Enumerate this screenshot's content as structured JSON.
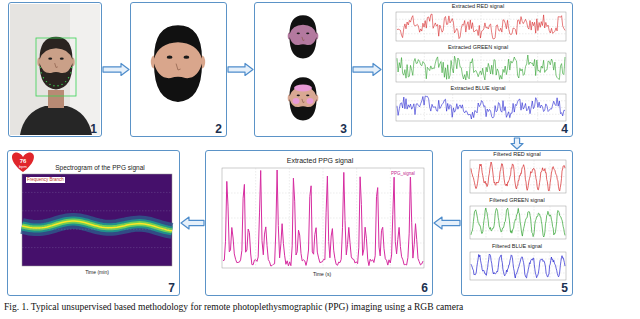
{
  "diagram": {
    "caption": "Fig. 1. Typical unsupervised based methodology for remote photoplethysmographic (PPG) imaging using a RGB camera",
    "nodes": [
      {
        "text": [
          "1"
        ]
      },
      {
        "text": [
          "2"
        ]
      },
      {
        "text": [
          "3"
        ]
      },
      {
        "text": [
          "4"
        ]
      },
      {
        "text": [
          "5"
        ]
      },
      {
        "text": [
          "6"
        ]
      },
      {
        "text": [
          "7"
        ]
      }
    ],
    "edges": [
      {
        "from": 0,
        "to": 1,
        "arrow": "to"
      },
      {
        "from": 1,
        "to": 2,
        "arrow": "to"
      },
      {
        "from": 2,
        "to": 3,
        "arrow": "to"
      },
      {
        "from": 3,
        "to": 4,
        "arrow": "to"
      },
      {
        "from": 4,
        "to": 5,
        "arrow": "to"
      },
      {
        "from": 5,
        "to": 6,
        "arrow": "to"
      }
    ],
    "labels": [
      "Extracted RED signal",
      "Extracted GREEN signal",
      "Extracted BLUE signal",
      "Filtered RED signal",
      "Filtered GREEN signal",
      "Filtered BLUE signal",
      "Extracted PPG signal",
      "PPG_signal",
      "Time (s)",
      "Spectrogram of the PPG signal",
      "Frequency Branch",
      "Time (min)",
      "76",
      "bpm"
    ]
  }
}
